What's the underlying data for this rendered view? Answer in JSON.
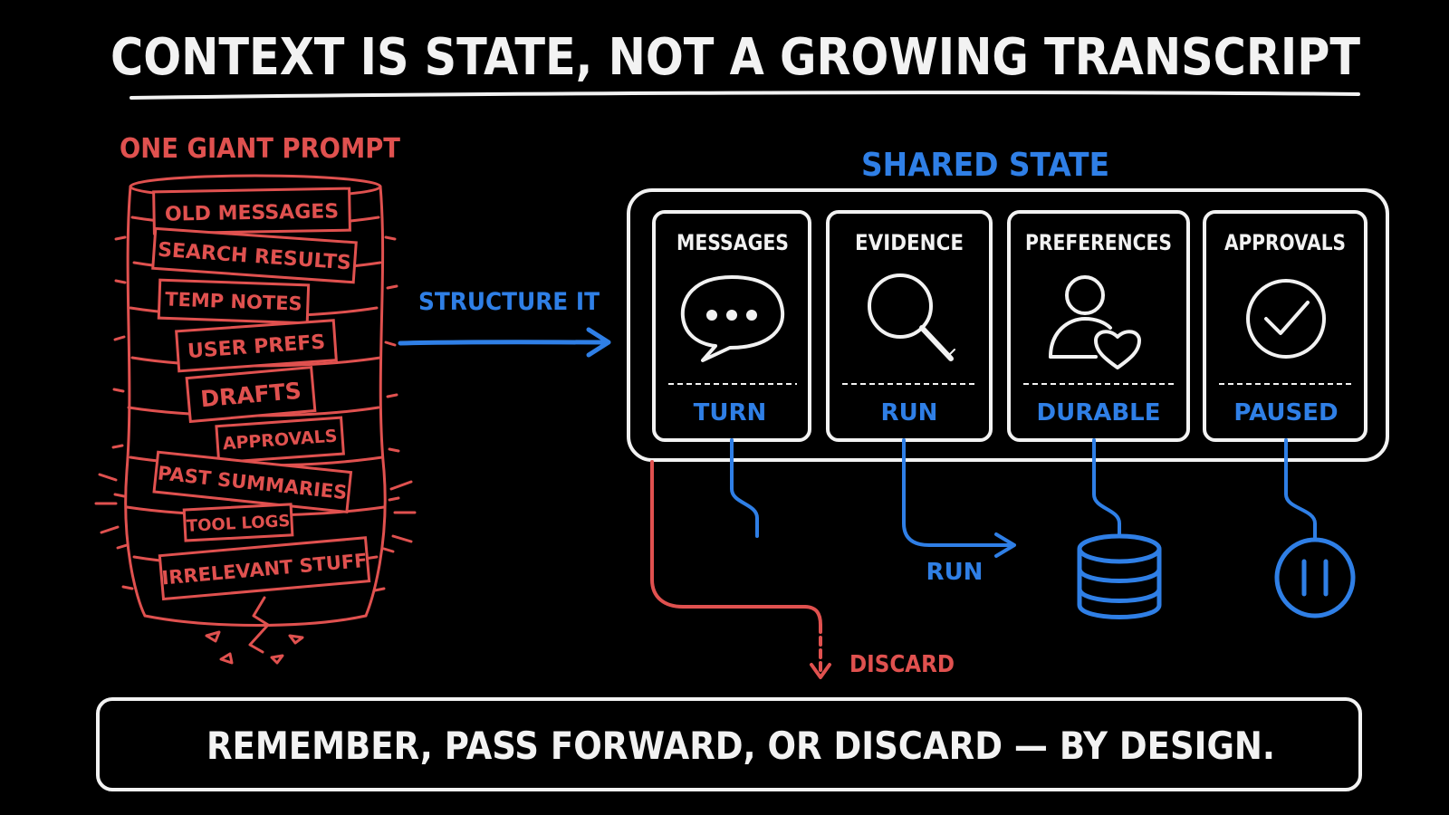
{
  "title": "CONTEXT IS STATE, NOT A GROWING TRANSCRIPT",
  "giant_prompt": {
    "label": "ONE GIANT PROMPT",
    "slips": [
      "OLD MESSAGES",
      "SEARCH RESULTS",
      "TEMP NOTES",
      "USER PREFS",
      "DRAFTS",
      "APPROVALS",
      "PAST SUMMARIES",
      "TOOL LOGS",
      "IRRELEVANT STUFF"
    ]
  },
  "arrow_label": "STRUCTURE IT",
  "shared_state": {
    "label": "SHARED STATE",
    "cards": [
      {
        "title": "MESSAGES",
        "icon": "chat-bubble-icon",
        "scope": "TURN"
      },
      {
        "title": "EVIDENCE",
        "icon": "magnifier-icon",
        "scope": "RUN"
      },
      {
        "title": "PREFERENCES",
        "icon": "user-heart-icon",
        "scope": "DURABLE"
      },
      {
        "title": "APPROVALS",
        "icon": "checkmark-circle-icon",
        "scope": "PAUSED"
      }
    ]
  },
  "flows": {
    "run_label": "RUN",
    "discard_label": "DISCARD",
    "durable_icon": "database-icon",
    "paused_icon": "pause-icon"
  },
  "footer": "REMEMBER, PASS FORWARD, OR DISCARD — BY DESIGN.",
  "colors": {
    "background": "#000000",
    "foreground": "#f2f2f2",
    "red": "#e0514f",
    "blue": "#2f7fe6"
  }
}
